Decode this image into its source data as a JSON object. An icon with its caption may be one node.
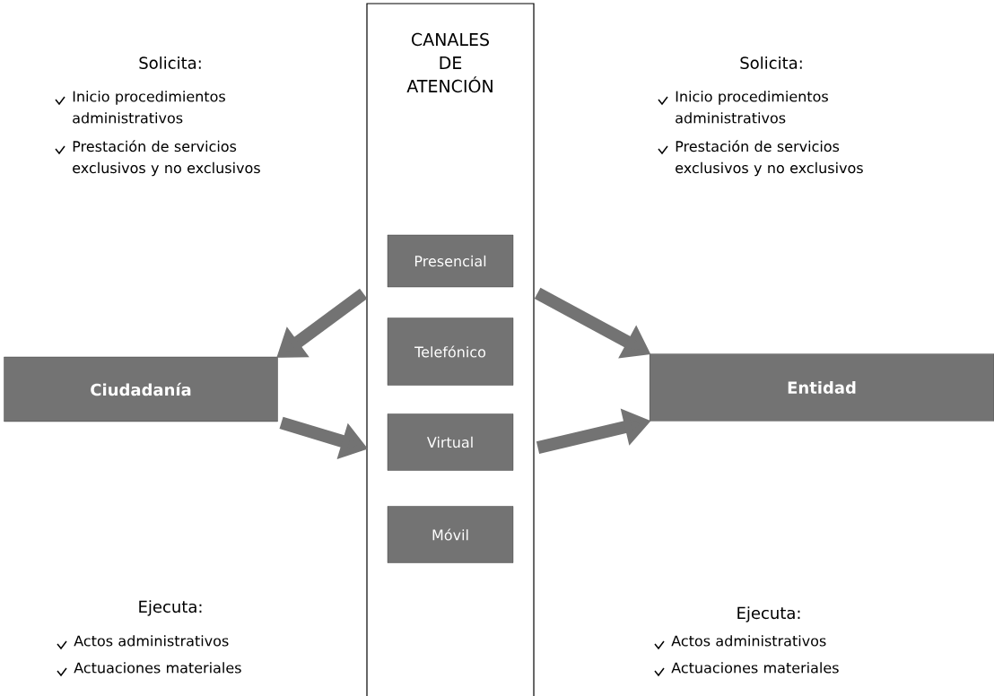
{
  "diagram": {
    "nodes": [
      {
        "text": [
          "CANALES DE ATENCIÓN"
        ]
      },
      {
        "text": [
          "Presencial"
        ],
        "in": 0
      },
      {
        "text": [
          "Telefónico"
        ],
        "in": 0
      },
      {
        "text": [
          "Virtual"
        ],
        "in": 0
      },
      {
        "text": [
          "Móvil"
        ],
        "in": 0
      },
      {
        "text": [
          "Ciudadanía"
        ]
      },
      {
        "text": [
          "Entidad"
        ]
      }
    ],
    "edges": [
      {
        "from": 0,
        "to": 5,
        "arrow": "to"
      },
      {
        "from": 5,
        "to": 0,
        "arrow": "to"
      },
      {
        "from": 0,
        "to": 6,
        "arrow": "to"
      },
      {
        "from": 0,
        "to": 6,
        "arrow": "to"
      }
    ],
    "labels": [
      "Solicita:",
      "Inicio procedimientos administrativos",
      "Prestación de servicios exclusivos y no exclusivos",
      "Solicita:",
      "Inicio procedimientos administrativos",
      "Prestación de servicios exclusivos y no exclusivos",
      "Ejecuta:",
      "Actos administrativos",
      "Actuaciones materiales",
      "Ejecuta:",
      "Actos administrativos",
      "Actuaciones materiales"
    ]
  }
}
